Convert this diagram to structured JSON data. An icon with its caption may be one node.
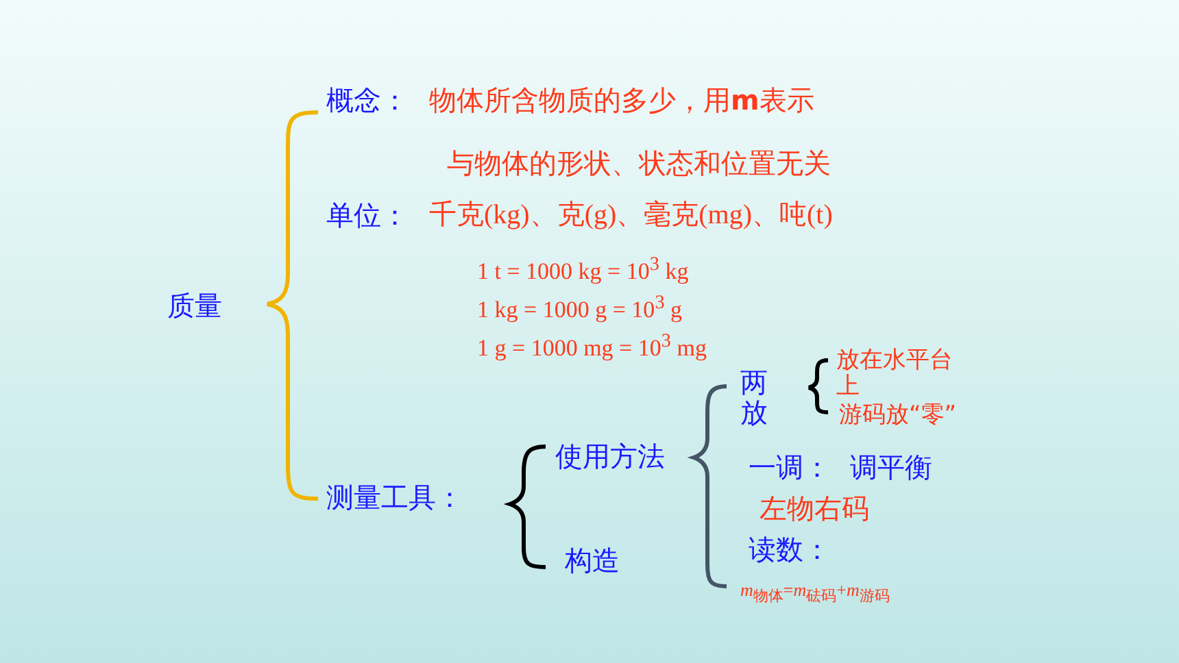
{
  "diagram": {
    "labels": [
      "概念：",
      "物体所含物质的多少，用**m**表示",
      "与物体的形状、状态和位置无关",
      "单位：",
      "千克(kg)、克(g)、毫克(mg)、吨(t)",
      "1 t = 1000 kg = 10$^{3}$ kg",
      "1 kg = 1000 g = 10$^{3}$ g",
      "1 g = 1000 mg = 10$^{3}$ mg",
      "质量",
      "两放",
      "放在水平台上",
      "游码放“零”",
      "使用方法",
      "一调：",
      "调平衡",
      "测量工具：",
      "左物右码",
      "构造",
      "读数：",
      "*m*$_{物体}$=*m*$_{砝码}$+*m*$_{游码}$"
    ]
  }
}
